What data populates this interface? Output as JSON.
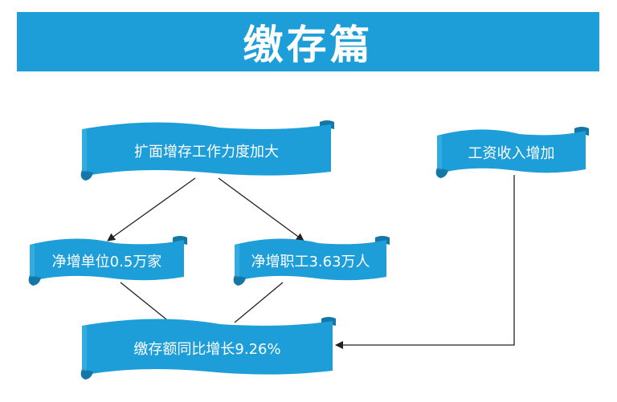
{
  "title": "缴存篇",
  "colors": {
    "banner": "#1e9ed8",
    "scroll_fill": "#1e9ed8",
    "scroll_shadow": "#1577a8",
    "scroll_light": "#5cc3ee",
    "arrow": "#222222"
  },
  "nodes": {
    "expand_effort": "扩面增存工作力度加大",
    "net_units": "净增单位0.5万家",
    "net_workers": "净增职工3.63万人",
    "deposit_growth": "缴存额同比增长9.26%",
    "wage_growth": "工资收入增加"
  }
}
